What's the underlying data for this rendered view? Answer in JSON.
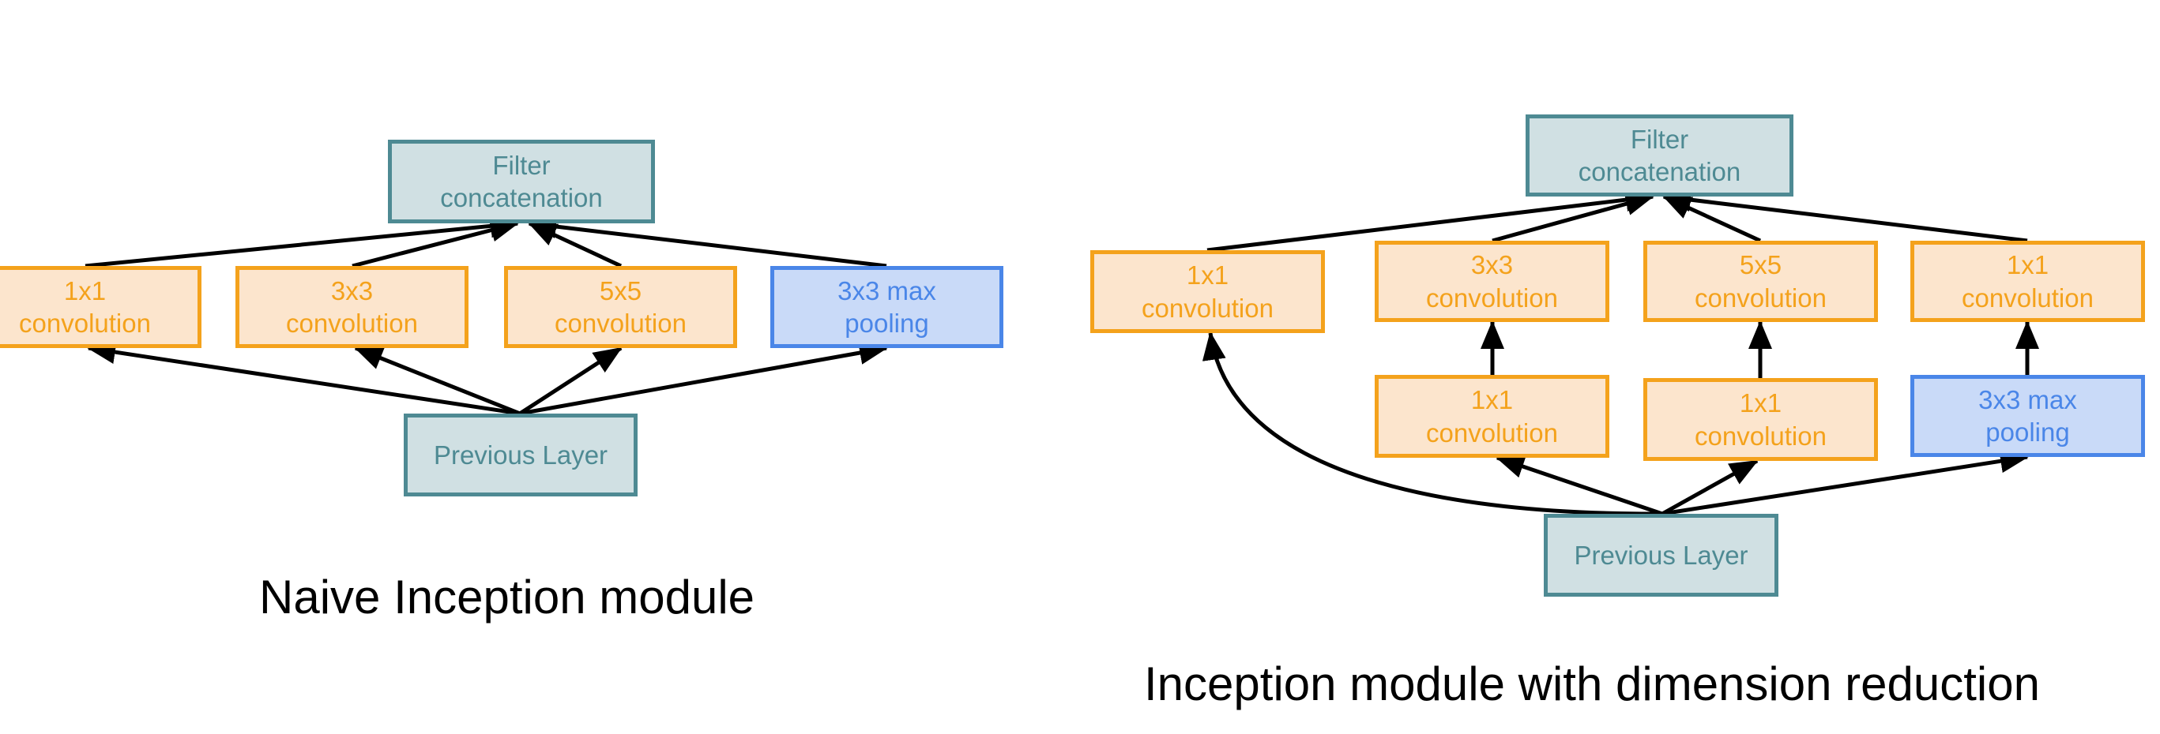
{
  "colors": {
    "layer_fill": "#d0e0e3",
    "layer_border": "#4e8a93",
    "conv_fill": "#fce5cd",
    "conv_border": "#f4a21c",
    "pool_fill": "#c9daf8",
    "pool_border": "#4a86e8",
    "arrow": "#000000"
  },
  "naive": {
    "caption": "Naive Inception module",
    "filter_concat": "Filter\nconcatenation",
    "conv1x1": "1x1\nconvolution",
    "conv3x3": "3x3\nconvolution",
    "conv5x5": "5x5\nconvolution",
    "maxpool": "3x3 max\npooling",
    "previous_layer": "Previous Layer"
  },
  "reduced": {
    "caption": "Inception module with dimension reduction",
    "filter_concat": "Filter\nconcatenation",
    "conv1x1_direct": "1x1\nconvolution",
    "conv3x3": "3x3\nconvolution",
    "conv5x5": "5x5\nconvolution",
    "conv1x1_after_pool": "1x1\nconvolution",
    "conv1x1_reduce_3x3": "1x1\nconvolution",
    "conv1x1_reduce_5x5": "1x1\nconvolution",
    "maxpool": "3x3 max\npooling",
    "previous_layer": "Previous Layer"
  }
}
